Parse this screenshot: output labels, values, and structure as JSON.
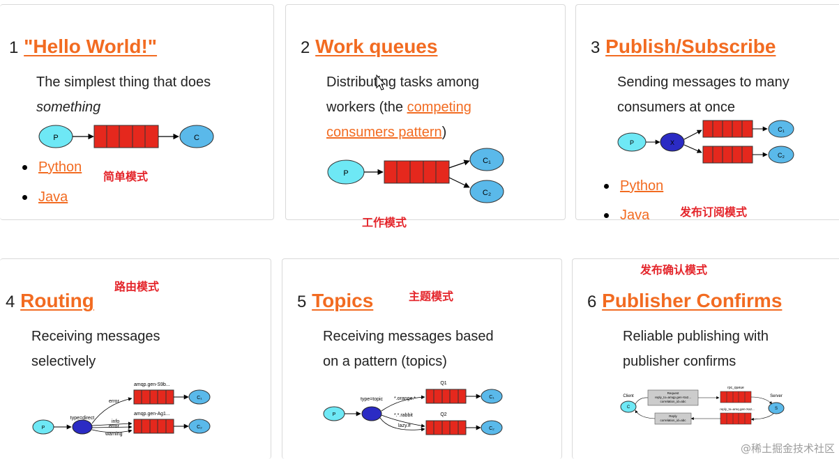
{
  "tutorials": [
    {
      "num": "1",
      "title": "\"Hello World!\"",
      "desc_1": "The simplest thing that does",
      "desc_2": "something",
      "links": [
        "Python",
        "Java"
      ],
      "annotation": "简单模式"
    },
    {
      "num": "2",
      "title": "Work queues",
      "desc_1": "Distributing tasks among",
      "desc_2a": "workers (the ",
      "desc_2b": "competing",
      "desc_3a": "consumers pattern",
      "desc_3b": ")",
      "annotation": "工作模式"
    },
    {
      "num": "3",
      "title": "Publish/Subscribe",
      "desc_1": "Sending messages to many",
      "desc_2": "consumers at once",
      "links": [
        "Python",
        "Java"
      ],
      "annotation": "发布订阅模式"
    },
    {
      "num": "4",
      "title": "Routing",
      "desc_1": "Receiving messages",
      "desc_2": "selectively",
      "annotation": "路由模式"
    },
    {
      "num": "5",
      "title": "Topics",
      "desc_1": "Receiving messages based",
      "desc_2": "on a pattern (topics)",
      "annotation": "主题模式"
    },
    {
      "num": "6",
      "title": "Publisher Confirms",
      "desc_1": "Reliable publishing with",
      "desc_2": "publisher confirms",
      "annotation": "发布确认模式"
    }
  ],
  "diagram_labels": {
    "producer": "P",
    "consumer": "C",
    "c1": "C₁",
    "c2": "C₂",
    "routing_type": "type=direct",
    "routing_q1": "amqp.gen-S9b...",
    "routing_q2": "amqp.gen-Ag1...",
    "routing_k_error": "error",
    "routing_k_info": "info",
    "routing_k_warning": "warning",
    "topic_type": "type=topic",
    "topic_q1": "Q1",
    "topic_q2": "Q2",
    "topic_k1": "*.orange.*",
    "topic_k2": "*.*.rabbit",
    "topic_k3": "lazy.#",
    "pc_client": "Client",
    "pc_server": "Server",
    "pc_rpc": "rpc_queue",
    "pc_reply_q": "reply_to=amq.gen-Xa2...",
    "pc_request": "Request",
    "pc_request_2": "reply_to=amqp.gen-Xa2...",
    "pc_request_3": "correlation_id=abc",
    "pc_reply": "Reply",
    "pc_reply_2": "correlation_id=abc"
  },
  "watermark": "@稀土掘金技术社区",
  "colors": {
    "accent": "#f26b21",
    "queue": "#e5281d",
    "producer": "#6ee8f5",
    "consumer": "#5ab9ea",
    "exchange": "#2b2bc4",
    "annotation": "#e4252b"
  }
}
